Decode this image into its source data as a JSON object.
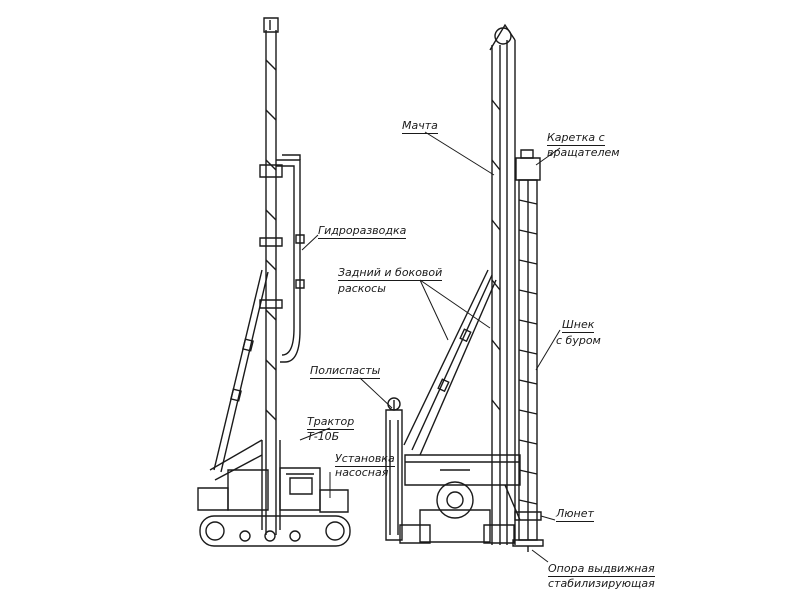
{
  "labels": {
    "hydro": "Гидроразводка",
    "tractor_line1": "Трактор",
    "tractor_line2": "Т-10Б",
    "pump_line1": "Установка",
    "pump_line2": "насосная",
    "mast": "Мачта",
    "carriage_line1": "Каретка с",
    "carriage_line2": "вращателем",
    "braces_line1": "Задний и боковой",
    "braces_line2": "раскосы",
    "pulleys": "Полиспасты",
    "auger_line1": "Шнек",
    "auger_line2": "с буром",
    "lunette": "Люнет",
    "support_line1": "Опора выдвижная",
    "support_line2": "стабилизирующая"
  }
}
